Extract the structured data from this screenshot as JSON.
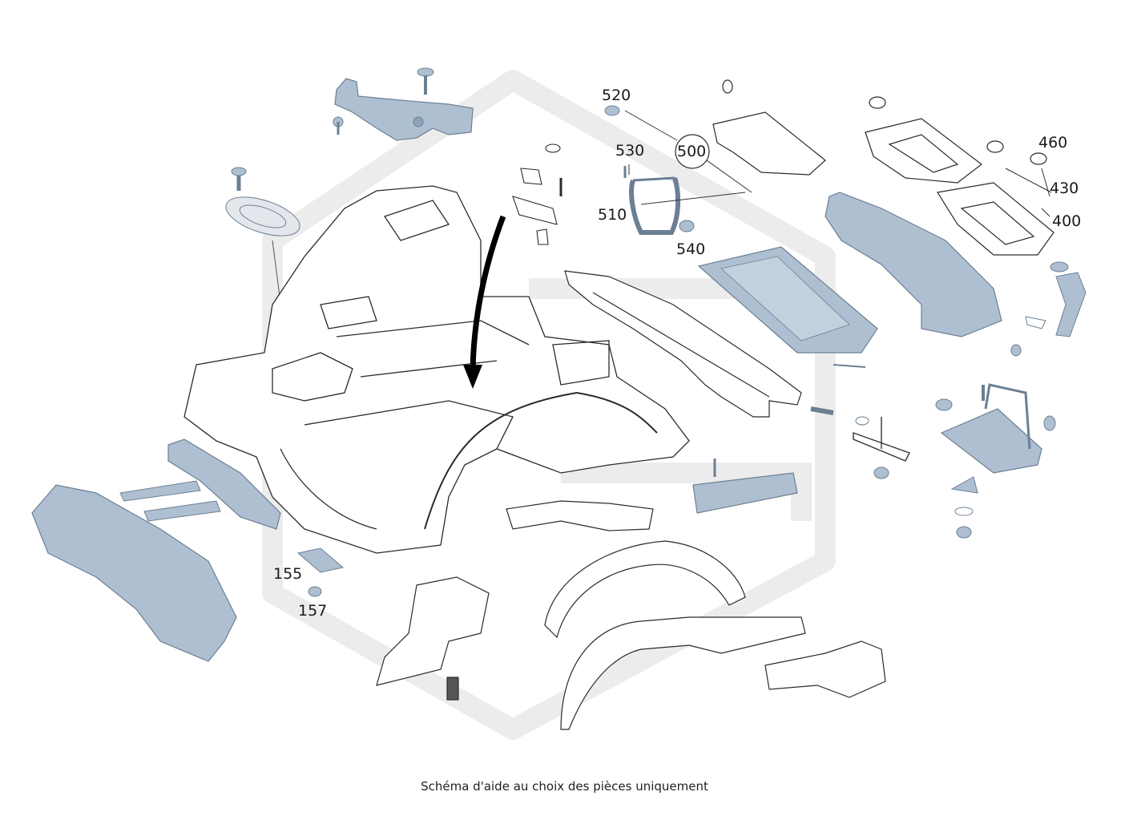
{
  "diagram": {
    "caption": "Schéma d'aide au choix des pièces uniquement",
    "callouts": {
      "c520": "520",
      "c530": "530",
      "c500": "500",
      "c510": "510",
      "c540": "540",
      "c460": "460",
      "c430": "430",
      "c400": "400",
      "c155": "155",
      "c157": "157"
    },
    "colors": {
      "part_fill": "#aebfd1",
      "part_stroke": "#6c7f93",
      "outline": "#2b2b2b",
      "watermark": "#ececec"
    }
  }
}
